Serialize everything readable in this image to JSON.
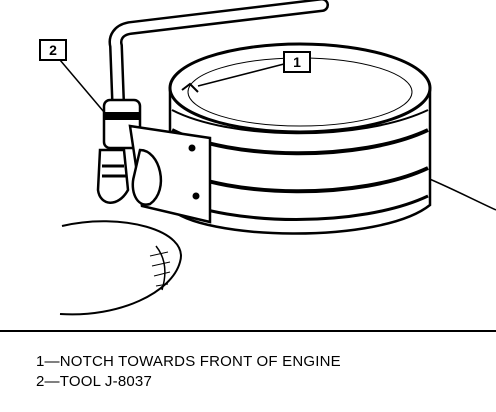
{
  "callouts": [
    {
      "number": "1"
    },
    {
      "number": "2"
    }
  ],
  "legend": [
    {
      "text": "1—NOTCH TOWARDS FRONT OF ENGINE"
    },
    {
      "text": "2—TOOL J-8037"
    }
  ]
}
